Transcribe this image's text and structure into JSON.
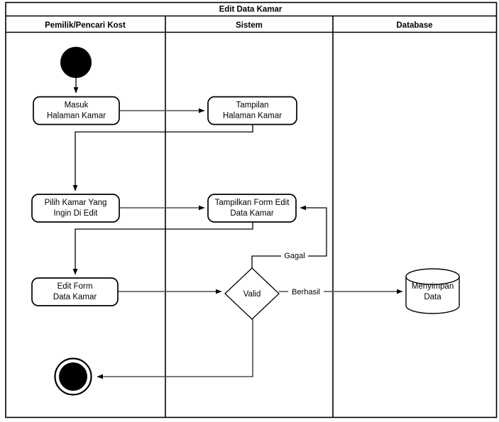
{
  "diagram": {
    "title": "Edit Data Kamar",
    "type": "uml-activity-diagram",
    "lanes": [
      {
        "id": "lane-aktor",
        "label": "Pemilik/Pencari Kost"
      },
      {
        "id": "lane-sistem",
        "label": "Sistem"
      },
      {
        "id": "lane-database",
        "label": "Database"
      }
    ],
    "nodes": [
      {
        "id": "start",
        "kind": "initial-node",
        "lane": "lane-aktor",
        "label": ""
      },
      {
        "id": "masuk-halaman-kamar",
        "kind": "activity",
        "lane": "lane-aktor",
        "line1": "Masuk",
        "line2": "Halaman Kamar"
      },
      {
        "id": "tampilan-halaman-kamar",
        "kind": "activity",
        "lane": "lane-sistem",
        "line1": "Tampilan",
        "line2": "Halaman Kamar"
      },
      {
        "id": "pilih-kamar",
        "kind": "activity",
        "lane": "lane-aktor",
        "line1": "Pilih Kamar Yang",
        "line2": "Ingin Di Edit"
      },
      {
        "id": "tampilkan-form-edit",
        "kind": "activity",
        "lane": "lane-sistem",
        "line1": "Tampilkan Form Edit",
        "line2": "Data Kamar"
      },
      {
        "id": "edit-form",
        "kind": "activity",
        "lane": "lane-aktor",
        "line1": "Edit Form",
        "line2": "Data Kamar"
      },
      {
        "id": "valid",
        "kind": "decision",
        "lane": "lane-sistem",
        "label": "Valid"
      },
      {
        "id": "menyimpan-data",
        "kind": "datastore",
        "lane": "lane-database",
        "line1": "Menyimpan",
        "line2": "Data"
      },
      {
        "id": "end",
        "kind": "final-node",
        "lane": "lane-aktor",
        "label": ""
      }
    ],
    "edges": [
      {
        "id": "e1",
        "from": "start",
        "to": "masuk-halaman-kamar",
        "label": ""
      },
      {
        "id": "e2",
        "from": "masuk-halaman-kamar",
        "to": "tampilan-halaman-kamar",
        "label": ""
      },
      {
        "id": "e3",
        "from": "tampilan-halaman-kamar",
        "to": "pilih-kamar",
        "label": ""
      },
      {
        "id": "e4",
        "from": "pilih-kamar",
        "to": "tampilkan-form-edit",
        "label": ""
      },
      {
        "id": "e5",
        "from": "tampilkan-form-edit",
        "to": "edit-form",
        "label": ""
      },
      {
        "id": "e6",
        "from": "edit-form",
        "to": "valid",
        "label": ""
      },
      {
        "id": "e7",
        "from": "valid",
        "to": "tampilkan-form-edit",
        "label": "Gagal"
      },
      {
        "id": "e8",
        "from": "valid",
        "to": "menyimpan-data",
        "label": "Berhasil"
      },
      {
        "id": "e9",
        "from": "valid",
        "to": "end",
        "label": ""
      }
    ],
    "edge_labels": {
      "gagal": "Gagal",
      "berhasil": "Berhasil"
    },
    "colors": {
      "background": "#ffffff",
      "stroke": "#000000",
      "flow": "#4d4d4d",
      "node_fill": "#ffffff"
    }
  }
}
